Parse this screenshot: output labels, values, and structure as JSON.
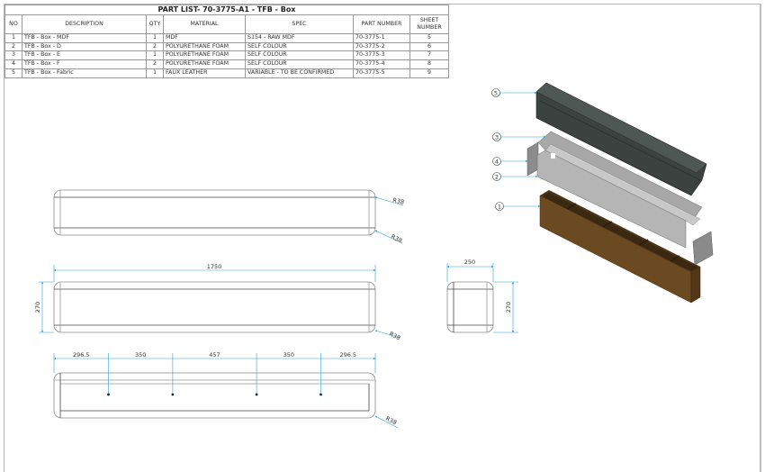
{
  "part_list": {
    "title": "PART LIST- 70-3775-A1 - TFB - Box",
    "headers": {
      "no": "NO",
      "description": "DESCRIPTION",
      "qty": "QTY",
      "material": "MATERIAL",
      "spec": "SPEC",
      "part_number": "PART NUMBER",
      "sheet_number_1": "SHEET",
      "sheet_number_2": "NUMBER"
    },
    "rows": [
      {
        "no": "1",
        "description": "TFB - Box - MDF",
        "qty": "1",
        "material": "MDF",
        "spec": "S154 - RAW MDF",
        "part_number": "70-3775-1",
        "sheet": "5"
      },
      {
        "no": "2",
        "description": "TFB - Box - D",
        "qty": "2",
        "material": "POLYURETHANE FOAM",
        "spec": "SELF COLOUR",
        "part_number": "70-3775-2",
        "sheet": "6"
      },
      {
        "no": "3",
        "description": "TFB - Box - E",
        "qty": "1",
        "material": "POLYURETHANE FOAM",
        "spec": "SELF COLOUR",
        "part_number": "70-3775-3",
        "sheet": "7"
      },
      {
        "no": "4",
        "description": "TFB - Box - F",
        "qty": "2",
        "material": "POLYURETHANE FOAM",
        "spec": "SELF COLOUR",
        "part_number": "70-3775-4",
        "sheet": "8"
      },
      {
        "no": "5",
        "description": "TFB - Box - Fabric",
        "qty": "1",
        "material": "FAUX LEATHER",
        "spec": "VARIABLE - TO BE CONFIRMED",
        "part_number": "70-3775-5",
        "sheet": "9"
      }
    ]
  },
  "views": {
    "top": {
      "radius_1": "R38",
      "radius_2": "R38"
    },
    "front": {
      "length": "1750",
      "height": "270",
      "radius": "R38"
    },
    "side": {
      "width": "250",
      "height": "270"
    },
    "bottom": {
      "spacings": [
        "296.5",
        "350",
        "457",
        "350",
        "296.5"
      ],
      "radius": "R38"
    }
  },
  "exploded": {
    "balloons": [
      "5",
      "3",
      "4",
      "2",
      "1"
    ]
  },
  "colors": {
    "dimension": "#2f9fd8",
    "outline": "#5a5a5a",
    "fabric": "#3b4240",
    "foam": "#9a9a9a",
    "mdf": "#6b4a22"
  }
}
